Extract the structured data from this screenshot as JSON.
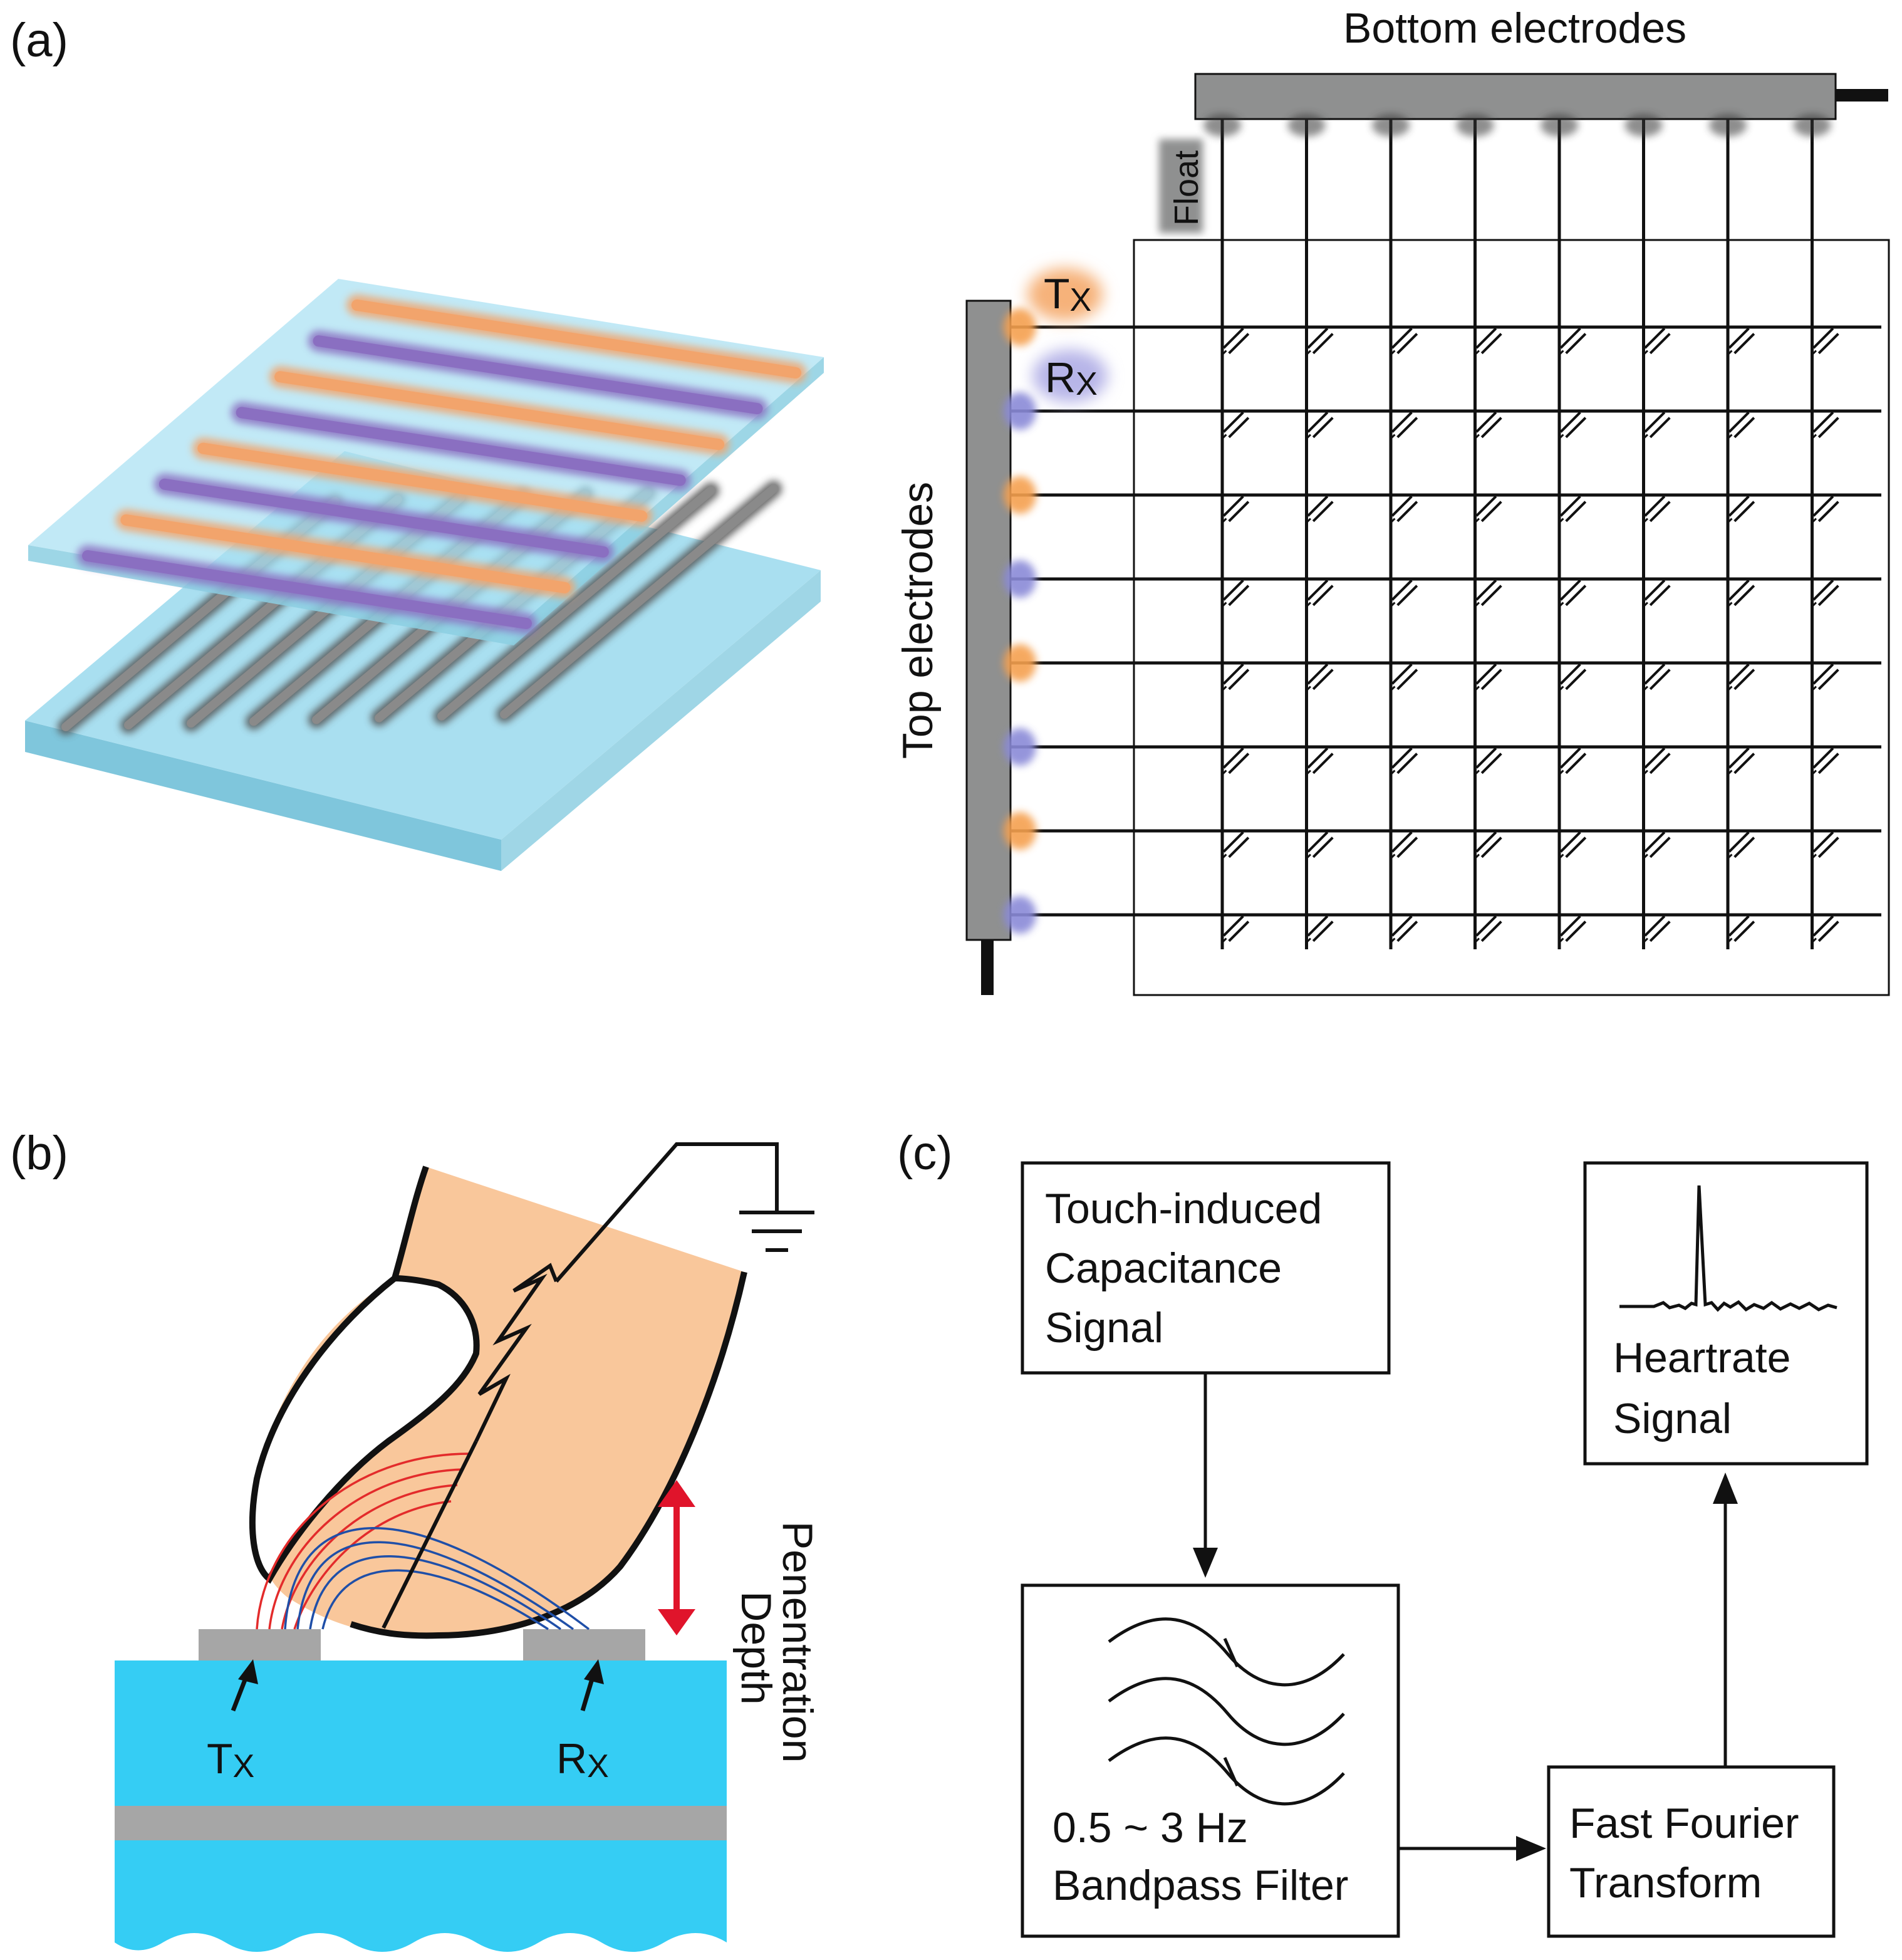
{
  "panel_a": {
    "label": "(a)",
    "bottom_electrodes": "Bottom electrodes",
    "top_electrodes": "Top electrodes",
    "float": "Float",
    "tx_main": "T",
    "tx_sub": "X",
    "rx_main": "R",
    "rx_sub": "X",
    "rows": [
      "tx",
      "rx",
      "tx",
      "rx",
      "tx",
      "rx",
      "tx",
      "rx"
    ],
    "columns": 8,
    "colors": {
      "tx": "#f4a460",
      "rx": "#7d6fbf",
      "glass": "#9ad8ea",
      "electrode": "#8d8d8d"
    }
  },
  "panel_b": {
    "label": "(b)",
    "tx_main": "T",
    "tx_sub": "X",
    "rx_main": "R",
    "rx_sub": "X",
    "penetration_line1": "Penentration",
    "penetration_line2": "Depth",
    "colors": {
      "skin": "#f9c79b",
      "substrate": "#35cdf4",
      "electrode": "#a6a6a6",
      "field_red": "#e32b2b",
      "field_blue": "#1f4fa8",
      "arrow": "#e0142b"
    }
  },
  "panel_c": {
    "label": "(c)",
    "box1": [
      "Touch-induced",
      "Capacitance",
      "Signal"
    ],
    "box2": [
      "0.5 ~ 3 Hz",
      "Bandpass Filter"
    ],
    "box3": [
      "Fast Fourier",
      "Transform"
    ],
    "box4": [
      "Heartrate",
      "Signal"
    ]
  }
}
